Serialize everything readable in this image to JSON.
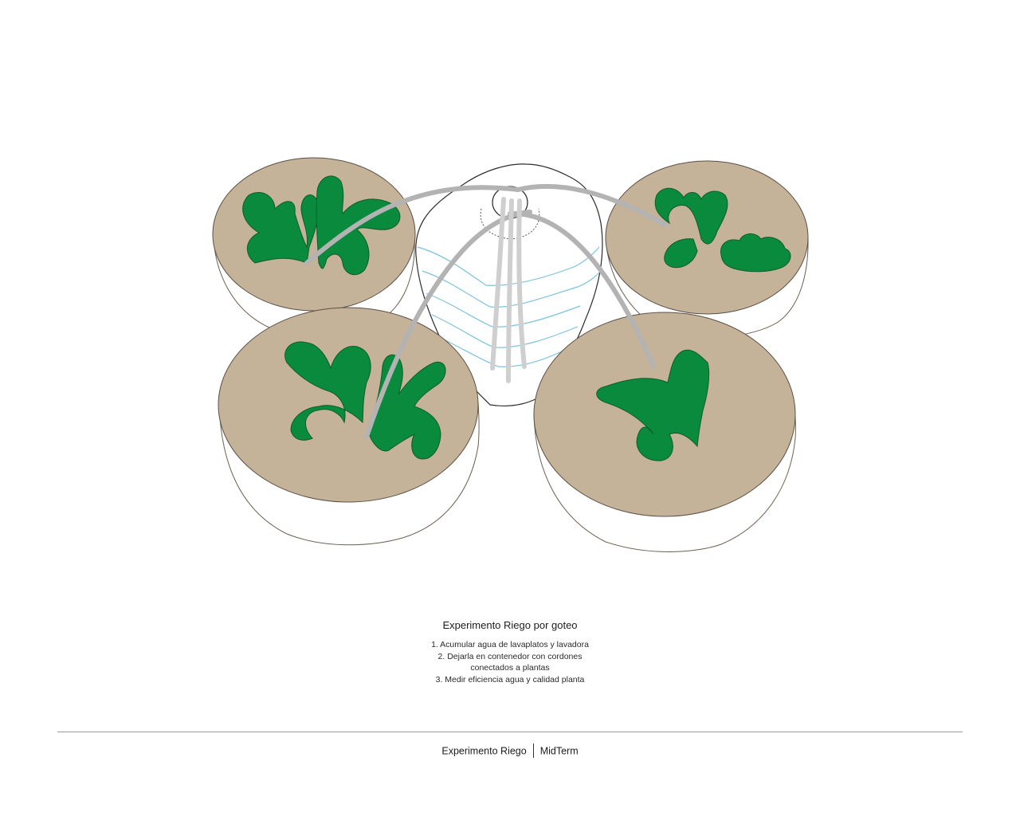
{
  "caption": {
    "title": "Experimento Riego por goteo",
    "steps": [
      "1. Acumular agua de lavaplatos y lavadora",
      "2. Dejarla en contenedor con cordones conectados a plantas",
      "3. Medir eficiencia agua y calidad planta"
    ]
  },
  "footer": {
    "project": "Experimento Riego",
    "stage": "MidTerm"
  },
  "colors": {
    "soil": "#c4b299",
    "leaf": "#0a8a3c",
    "cord": "#b3b3b3",
    "water_line": "#7cc3dc",
    "outline": "#2b2b2b"
  },
  "icons": [
    "water-container-icon",
    "pot-icon",
    "plant-icon",
    "cord-icon"
  ]
}
